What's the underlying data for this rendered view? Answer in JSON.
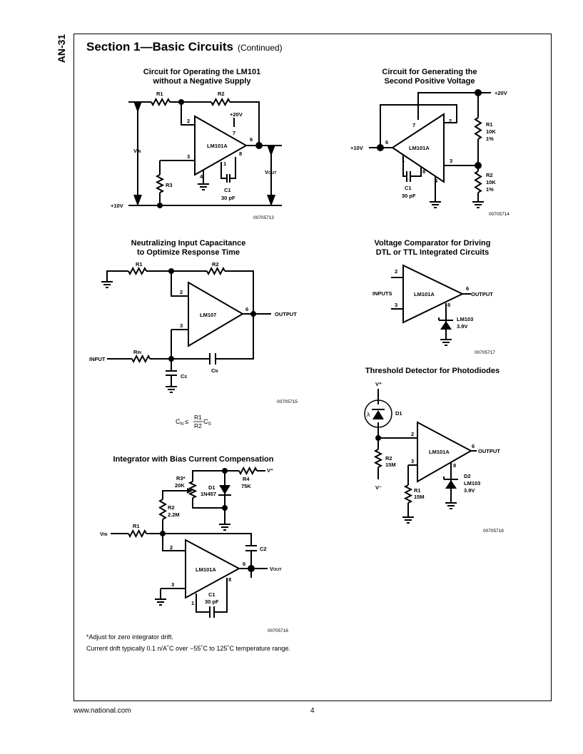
{
  "side_label": "AN-31",
  "header": {
    "title": "Section 1—Basic Circuits",
    "continued": "(Continued)"
  },
  "footer": {
    "url": "www.national.com",
    "page": "4"
  },
  "circuits": {
    "lm101_no_neg": {
      "title1": "Circuit for Operating the LM101",
      "title2": "without a Negative Supply",
      "r1": "R1",
      "r2": "R2",
      "r3": "R3",
      "pin2": "2",
      "pin3": "3",
      "pin4": "4",
      "pin6": "6",
      "pin7": "7",
      "pin8": "8",
      "pin1": "1",
      "supply": "+20V",
      "opamp": "LM101A",
      "c1": "C1",
      "c1_val": "30 pF",
      "vin": {
        "main": "V",
        "sub": "IN"
      },
      "vout": {
        "main": "V",
        "sub": "OUT"
      },
      "ref": "+10V",
      "code": "00705713"
    },
    "second_positive": {
      "title1": "Circuit for Generating the",
      "title2": "Second Positive Voltage",
      "supply": "+20V",
      "input": "+10V",
      "opamp": "LM101A",
      "r1": "R1",
      "r1_val": "10K",
      "r1_tol": "1%",
      "r2": "R2",
      "r2_val": "10K",
      "r2_tol": "1%",
      "pin1": "1",
      "pin2": "2",
      "pin3": "3",
      "pin4": "4",
      "pin6": "6",
      "pin7": "7",
      "pin8": "8",
      "c1": "C1",
      "c1_val": "30 pF",
      "code": "00705714"
    },
    "neutralizing": {
      "title1": "Neutralizing Input Capacitance",
      "title2": "to Optimize Response Time",
      "r1": "R1",
      "r2": "R2",
      "opamp": "LM107",
      "pin2": "2",
      "pin3": "3",
      "pin6": "6",
      "output": "OUTPUT",
      "input": "INPUT",
      "rin": {
        "main": "R",
        "sub": "IN"
      },
      "cn": {
        "main": "C",
        "sub": "N"
      },
      "cs": {
        "main": "C",
        "sub": "S"
      },
      "code": "00705715",
      "formula": {
        "lhs": "C",
        "lhs_sub": "N",
        "rel": "≤",
        "num": "R1",
        "den": "R2",
        "rhs": "C",
        "rhs_sub": "S"
      }
    },
    "comparator": {
      "title1": "Voltage Comparator for Driving",
      "title2": "DTL or TTL Integrated Circuits",
      "inputs": "INPUTS",
      "opamp": "LM101A",
      "pin2": "2",
      "pin3": "3",
      "pin6": "6",
      "pin8": "8",
      "output": "OUTPUT",
      "zener": "LM103",
      "zener_val": "3.9V",
      "code": "00705717"
    },
    "photodiode": {
      "title": "Threshold Detector for Photodiodes",
      "vplus": "V⁺",
      "vminus": "V⁻",
      "d1": "D1",
      "lambda": "λ",
      "r2": "R2",
      "r2_val": "15M",
      "r1": "R1",
      "r1_val": "15M",
      "opamp": "LM101A",
      "pin2": "2",
      "pin3": "3",
      "pin6": "6",
      "pin8": "8",
      "output": "OUTPUT",
      "d2": "D2",
      "zener": "LM103",
      "zener_val": "3.9V",
      "code": "00705718"
    },
    "integrator": {
      "title": "Integrator with Bias Current Compensation",
      "r3": "R3*",
      "r3_val": "20K",
      "d1": "D1",
      "d1_val": "1N457",
      "r4": "R4",
      "r4_val": "75K",
      "vplus": "V⁺",
      "r2": "R2",
      "r2_val": "2.2M",
      "r1": "R1",
      "vin": {
        "main": "V",
        "sub": "IN"
      },
      "c2": "C2",
      "opamp": "LM101A",
      "pin1": "1",
      "pin2": "2",
      "pin3": "3",
      "pin6": "6",
      "pin8": "8",
      "vout": {
        "main": "V",
        "sub": "OUT"
      },
      "c1": "C1",
      "c1_val": "30 pF",
      "code": "00705716",
      "note1": "*Adjust for zero integrator drift.",
      "note2": "Current drift typically 0.1 n/A˚C over −55˚C to 125˚C temperature range."
    }
  }
}
